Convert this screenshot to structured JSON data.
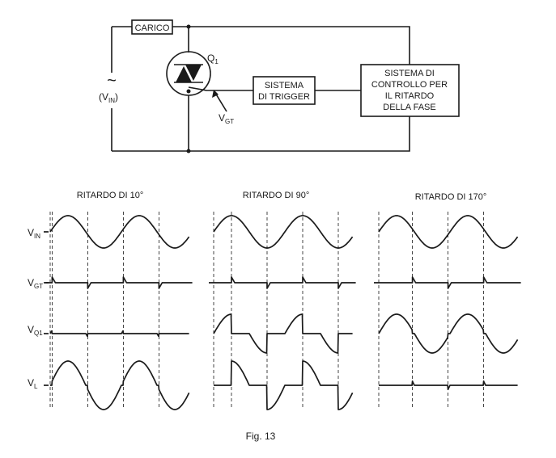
{
  "circuit": {
    "load_label": "CARICO",
    "source_symbol": "~",
    "source_label": "(V",
    "source_sub": "IN",
    "source_close": ")",
    "thyristor_label": "Q",
    "thyristor_sub": "1",
    "gate_label": "V",
    "gate_sub": "GT",
    "trigger_lines": [
      "SISTEMA",
      "DI TRIGGER"
    ],
    "control_lines": [
      "SISTEMA DI",
      "CONTROLLO PER",
      "IL RITARDO",
      "DELLA FASE"
    ]
  },
  "rows": [
    {
      "main": "V",
      "sub": "IN"
    },
    {
      "main": "V",
      "sub": "GT"
    },
    {
      "main": "V",
      "sub": "Q1"
    },
    {
      "main": "V",
      "sub": "L"
    }
  ],
  "panels": [
    {
      "title": "RITARDO DI 10°",
      "delay_deg": 10
    },
    {
      "title": "RITARDO DI 90°",
      "delay_deg": 90
    },
    {
      "title": "RITARDO DI 170°",
      "delay_deg": 170
    }
  ],
  "caption": "Fig. 13"
}
